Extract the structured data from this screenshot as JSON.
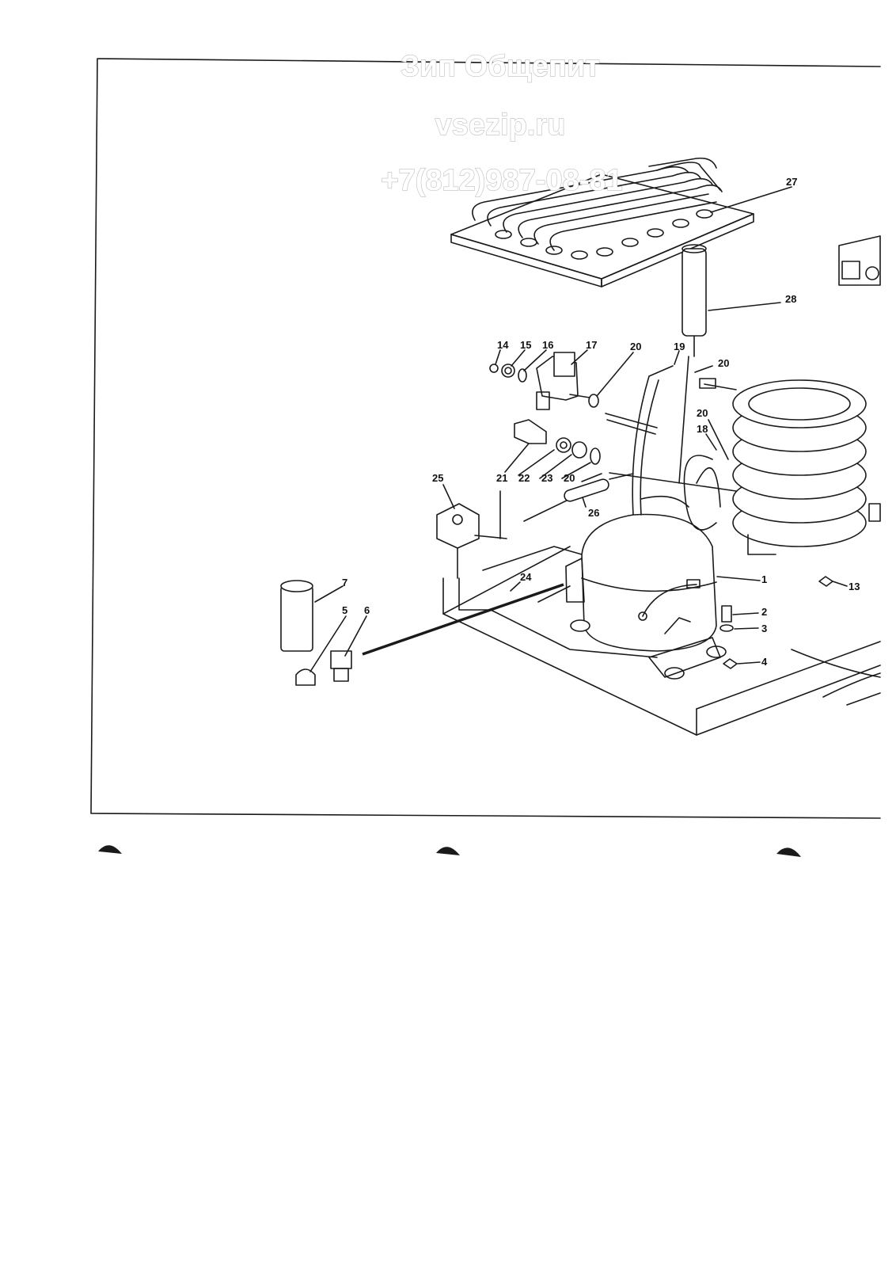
{
  "watermark": {
    "company": "Зип Общепит",
    "site": "vsezip.ru",
    "phone": "+7(812)987-08-81"
  },
  "callouts": {
    "c1": "1",
    "c2": "2",
    "c3": "3",
    "c4": "4",
    "c5": "5",
    "c6": "6",
    "c7": "7",
    "c13": "13",
    "c14": "14",
    "c15": "15",
    "c16": "16",
    "c17": "17",
    "c18": "18",
    "c19": "19",
    "c20a": "20",
    "c20b": "20",
    "c20c": "20",
    "c20d": "20",
    "c21": "21",
    "c22": "22",
    "c23": "23",
    "c24": "24",
    "c25": "25",
    "c26": "26",
    "c27": "27",
    "c28": "28"
  }
}
